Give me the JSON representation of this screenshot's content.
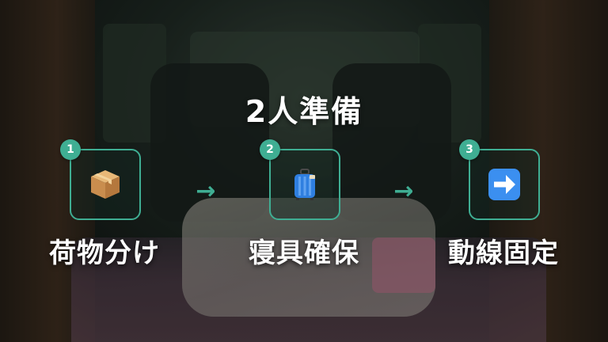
{
  "title": "2人準備",
  "accent_color": "#3fae93",
  "steps": [
    {
      "number": "1",
      "icon": "package-icon",
      "label": "荷物分け"
    },
    {
      "number": "2",
      "icon": "suitcase-icon",
      "label": "寝具確保"
    },
    {
      "number": "3",
      "icon": "right-arrow-icon",
      "label": "動線固定"
    }
  ],
  "arrows": [
    "arrow-icon",
    "arrow-icon"
  ]
}
